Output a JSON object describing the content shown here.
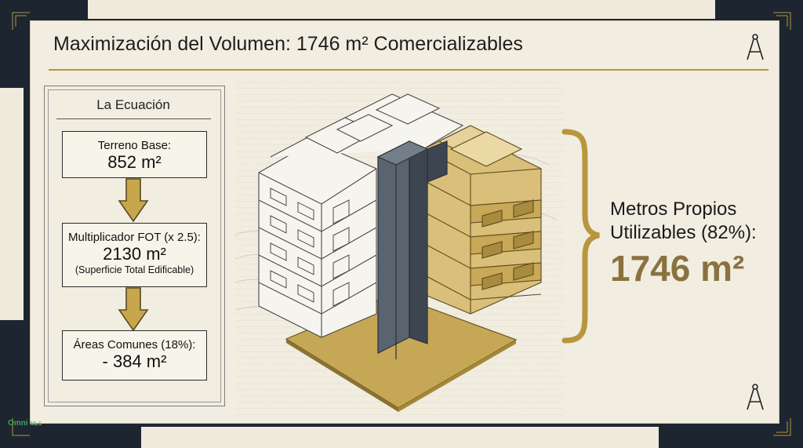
{
  "title": "Maximización del Volumen: 1746 m² Comercializables",
  "equation": {
    "heading": "La Ecuación",
    "steps": [
      {
        "label": "Terreno Base:",
        "value": "852 m²",
        "note": ""
      },
      {
        "label": "Multiplicador FOT (x 2.5):",
        "value": "2130 m²",
        "note": "(Superficie Total Edificable)"
      },
      {
        "label": "Áreas Comunes (18%):",
        "value": "- 384 m²",
        "note": ""
      }
    ]
  },
  "result": {
    "label_line1": "Metros Propios",
    "label_line2": "Utilizables (82%):",
    "value": "1746 m²"
  },
  "brand": {
    "name": "Omni",
    "sub": "MLS"
  },
  "icons": [
    "compass-icon",
    "compass-icon"
  ],
  "colors": {
    "gold": "#b8963e",
    "dark": "#1c2530",
    "paper": "#f1ede1",
    "core": "#4b5561"
  }
}
